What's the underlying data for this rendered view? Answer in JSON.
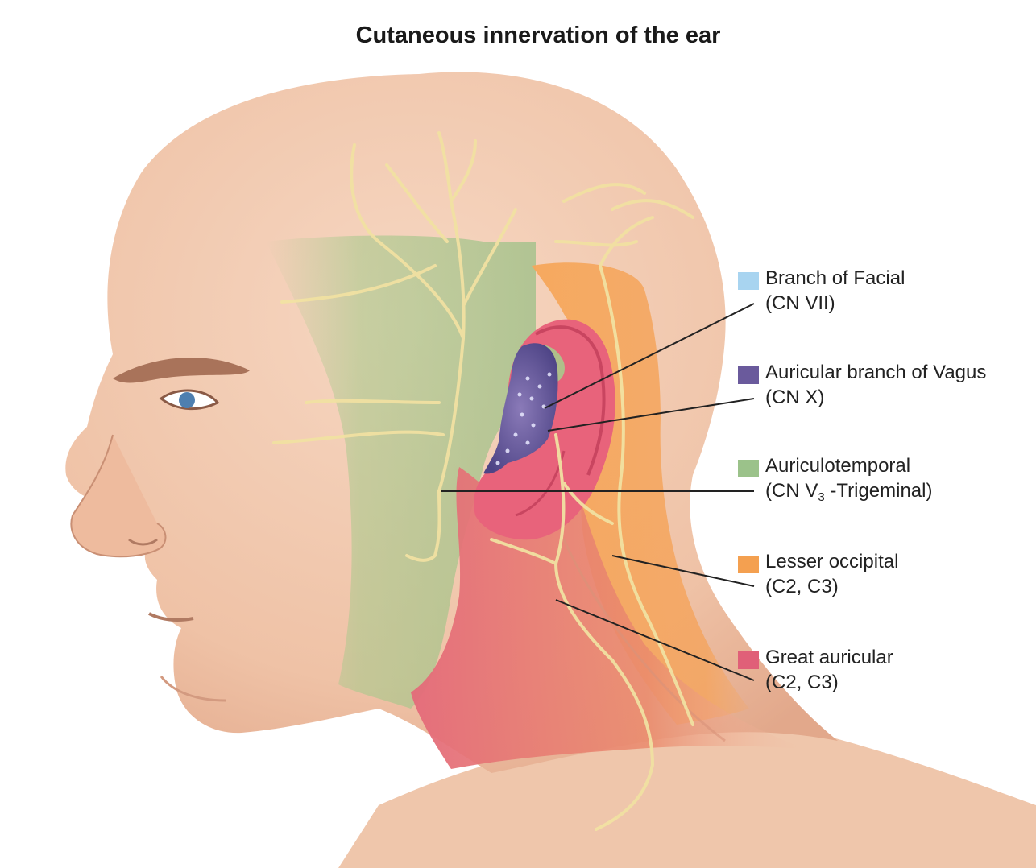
{
  "title": "Cutaneous innervation of the ear",
  "legend": [
    {
      "name": "Branch of Facial",
      "sub": "(CN VII)",
      "color": "#a8d4f0"
    },
    {
      "name": "Auricular branch of Vagus",
      "sub": "(CN X)",
      "color": "#6a5a9c"
    },
    {
      "name": "Auriculotemporal",
      "sub_pre": "(CN V",
      "sub_idx": "3",
      "sub_post": " -Trigeminal)",
      "color": "#9bc28a"
    },
    {
      "name": "Lesser occipital",
      "sub": "(C2, C3)",
      "color": "#f4a050"
    },
    {
      "name": "Great auricular",
      "sub": "(C2, C3)",
      "color": "#e06078"
    }
  ],
  "colors": {
    "skin": "#f0c8ae",
    "skin_shadow": "#e3ab8f",
    "nerve": "#ecdc9c",
    "leader": "#222222"
  }
}
